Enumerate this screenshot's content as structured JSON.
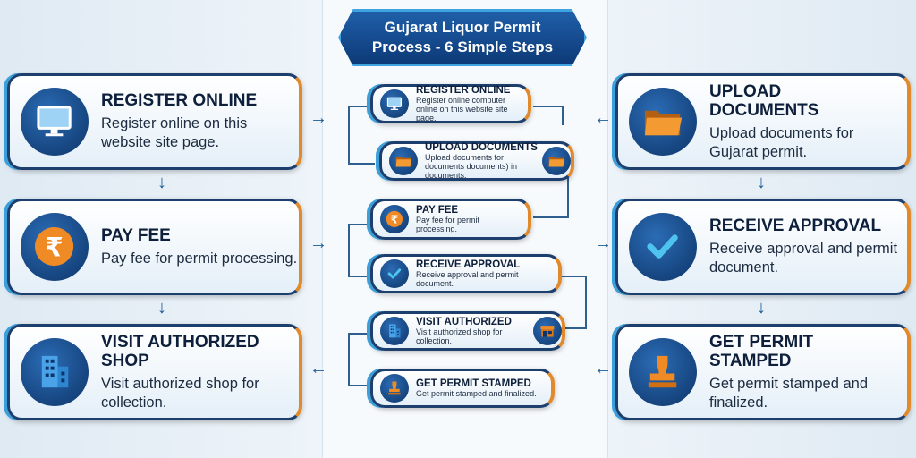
{
  "title": {
    "line1": "Gujarat Liquor Permit",
    "line2": "Process - 6 Simple Steps"
  },
  "steps": [
    {
      "title": "REGISTER ONLINE",
      "desc": "Register online on this website site page.",
      "icon": "monitor-icon"
    },
    {
      "title": "PAY FEE",
      "desc": "Pay fee for permit processing.",
      "icon": "rupee-icon"
    },
    {
      "title": "VISIT AUTHORIZED SHOP",
      "desc": "Visit authorized shop for collection.",
      "icon": "building-icon"
    },
    {
      "title": "UPLOAD DOCUMENTS",
      "desc": "Upload documents for Gujarat permit.",
      "icon": "folder-icon"
    },
    {
      "title": "RECEIVE APPROVAL",
      "desc": "Receive approval and permit document.",
      "icon": "check-icon"
    },
    {
      "title": "GET PERMIT STAMPED",
      "desc": "Get permit stamped and finalized.",
      "icon": "stamp-icon"
    }
  ],
  "flow": [
    {
      "title": "REGISTER ONLINE",
      "desc": "Register online computer online on this website site page."
    },
    {
      "title": "UPLOAD DOCUMENTS",
      "desc": "Upload documents for documents documents) in documents."
    },
    {
      "title": "PAY FEE",
      "desc": "Pay fee for permit processing."
    },
    {
      "title": "RECEIVE APPROVAL",
      "desc": "Receive approval and permit document."
    },
    {
      "title": "VISIT AUTHORIZED",
      "desc": "Visit authorized shop for collection."
    },
    {
      "title": "GET PERMIT STAMPED",
      "desc": "Get permit stamped and finalized."
    }
  ],
  "colors": {
    "navy": "#0d3468",
    "accent_orange": "#e08a2c",
    "accent_blue": "#3aa0dc"
  }
}
